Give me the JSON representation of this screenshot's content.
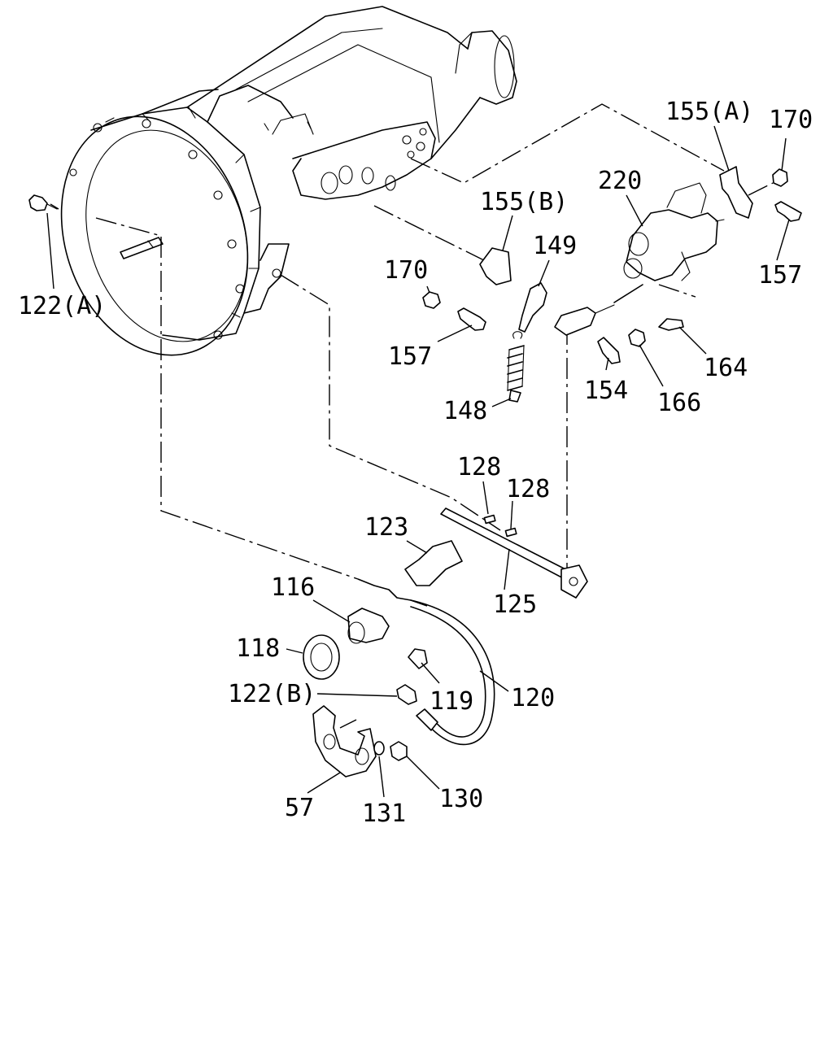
{
  "diagram": {
    "callouts": [
      {
        "id": "155A",
        "text": "155(A)"
      },
      {
        "id": "170a",
        "text": "170"
      },
      {
        "id": "220",
        "text": "220"
      },
      {
        "id": "155B",
        "text": "155(B)"
      },
      {
        "id": "157a",
        "text": "157"
      },
      {
        "id": "122A",
        "text": "122(A)"
      },
      {
        "id": "149",
        "text": "149"
      },
      {
        "id": "170b",
        "text": "170"
      },
      {
        "id": "157b",
        "text": "157"
      },
      {
        "id": "164",
        "text": "164"
      },
      {
        "id": "154",
        "text": "154"
      },
      {
        "id": "166",
        "text": "166"
      },
      {
        "id": "148",
        "text": "148"
      },
      {
        "id": "128a",
        "text": "128"
      },
      {
        "id": "128b",
        "text": "128"
      },
      {
        "id": "123",
        "text": "123"
      },
      {
        "id": "125",
        "text": "125"
      },
      {
        "id": "116",
        "text": "116"
      },
      {
        "id": "118",
        "text": "118"
      },
      {
        "id": "119",
        "text": "119"
      },
      {
        "id": "120",
        "text": "120"
      },
      {
        "id": "122B",
        "text": "122(B)"
      },
      {
        "id": "57",
        "text": "57"
      },
      {
        "id": "131",
        "text": "131"
      },
      {
        "id": "130",
        "text": "130"
      }
    ]
  }
}
